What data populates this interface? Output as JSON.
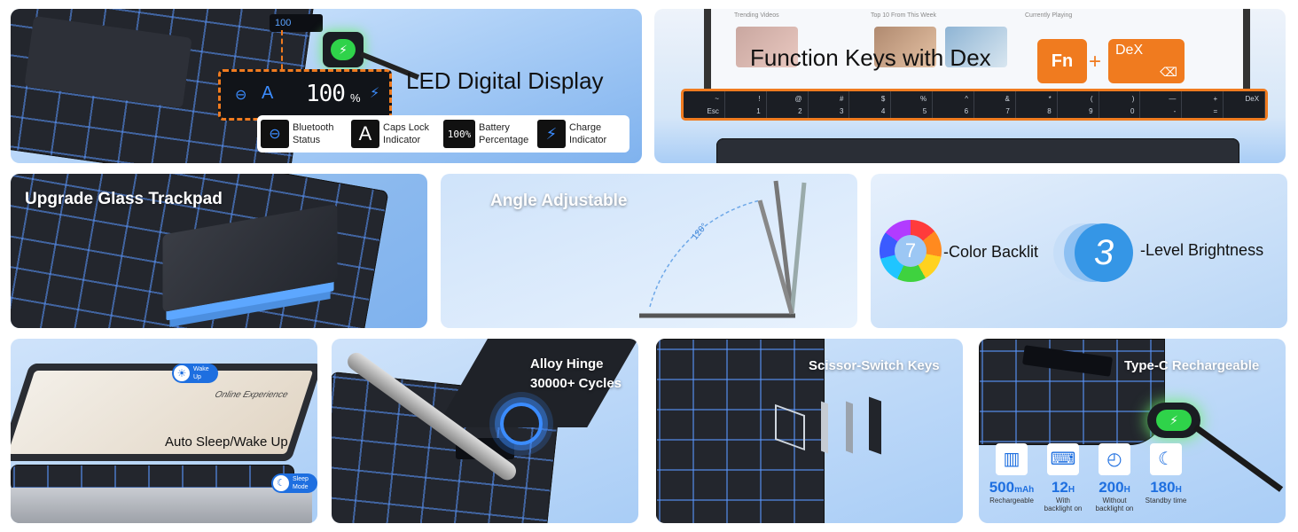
{
  "tiles": {
    "led": {
      "title": "LED Digital Display",
      "display": {
        "caps_char": "A",
        "percent_value": "100",
        "percent_sign": "%"
      },
      "legend": [
        {
          "icon": "bluetooth-status-icon",
          "line1": "Bluetooth",
          "line2": "Status"
        },
        {
          "icon": "caps-lock-icon",
          "glyph": "A",
          "line1": "Caps Lock",
          "line2": "Indicator"
        },
        {
          "icon": "battery-percent-icon",
          "glyph": "100%",
          "line1": "Battery",
          "line2": "Percentage"
        },
        {
          "icon": "charge-indicator-icon",
          "line1": "Charge",
          "line2": "Indicator"
        }
      ]
    },
    "fn": {
      "title": "Function Keys with Dex",
      "fn_key": "Fn",
      "plus": "+",
      "dex_key": "DeX",
      "screen_labels": [
        "Trending Videos",
        "Top 10 From This Week",
        "Currently Playing"
      ],
      "keys": [
        {
          "top": "~",
          "bottom": "Esc"
        },
        {
          "top": "!",
          "bottom": "1"
        },
        {
          "top": "@",
          "bottom": "2"
        },
        {
          "top": "#",
          "bottom": "3"
        },
        {
          "top": "$",
          "bottom": "4"
        },
        {
          "top": "%",
          "bottom": "5"
        },
        {
          "top": "^",
          "bottom": "6"
        },
        {
          "top": "&",
          "bottom": "7"
        },
        {
          "top": "*",
          "bottom": "8"
        },
        {
          "top": "(",
          "bottom": "9"
        },
        {
          "top": ")",
          "bottom": "0"
        },
        {
          "top": "—",
          "bottom": "-"
        },
        {
          "top": "+",
          "bottom": "="
        },
        {
          "top": "DeX",
          "bottom": ""
        }
      ]
    },
    "trackpad": {
      "title": "Upgrade Glass Trackpad"
    },
    "angle": {
      "title": "Angle  Adjustable",
      "degree": "120°"
    },
    "backlit": {
      "number": "7",
      "label": "-Color Backlit",
      "level_number": "3",
      "level_label": "-Level Brightness"
    },
    "sleep": {
      "title": "Auto Sleep/Wake Up",
      "wake_label1": "Wake",
      "wake_label2": "Up",
      "sleep_label1": "Sleep",
      "sleep_label2": "Mode",
      "screen_text": "Online Experience"
    },
    "hinge": {
      "line1": "Alloy Hinge",
      "line2": "30000+ Cycles"
    },
    "scissor": {
      "title": "Scissor-Switch Keys"
    },
    "typec": {
      "title": "Type-C Rechargeable",
      "stats": [
        {
          "icon": "battery-icon",
          "value": "500",
          "unit": "mAh",
          "line1": "Rechargeable",
          "line2": ""
        },
        {
          "icon": "keyboard-light-icon",
          "value": "12",
          "unit": "H",
          "line1": "With",
          "line2": "backlight on"
        },
        {
          "icon": "speedometer-icon",
          "value": "200",
          "unit": "H",
          "line1": "Without",
          "line2": "backlight on"
        },
        {
          "icon": "moon-icon",
          "value": "180",
          "unit": "H",
          "line1": "Standby time",
          "line2": ""
        }
      ]
    }
  },
  "colors": {
    "accent": "#f07b1f",
    "blue": "#1e6fe0",
    "led": "#3b8cff"
  }
}
